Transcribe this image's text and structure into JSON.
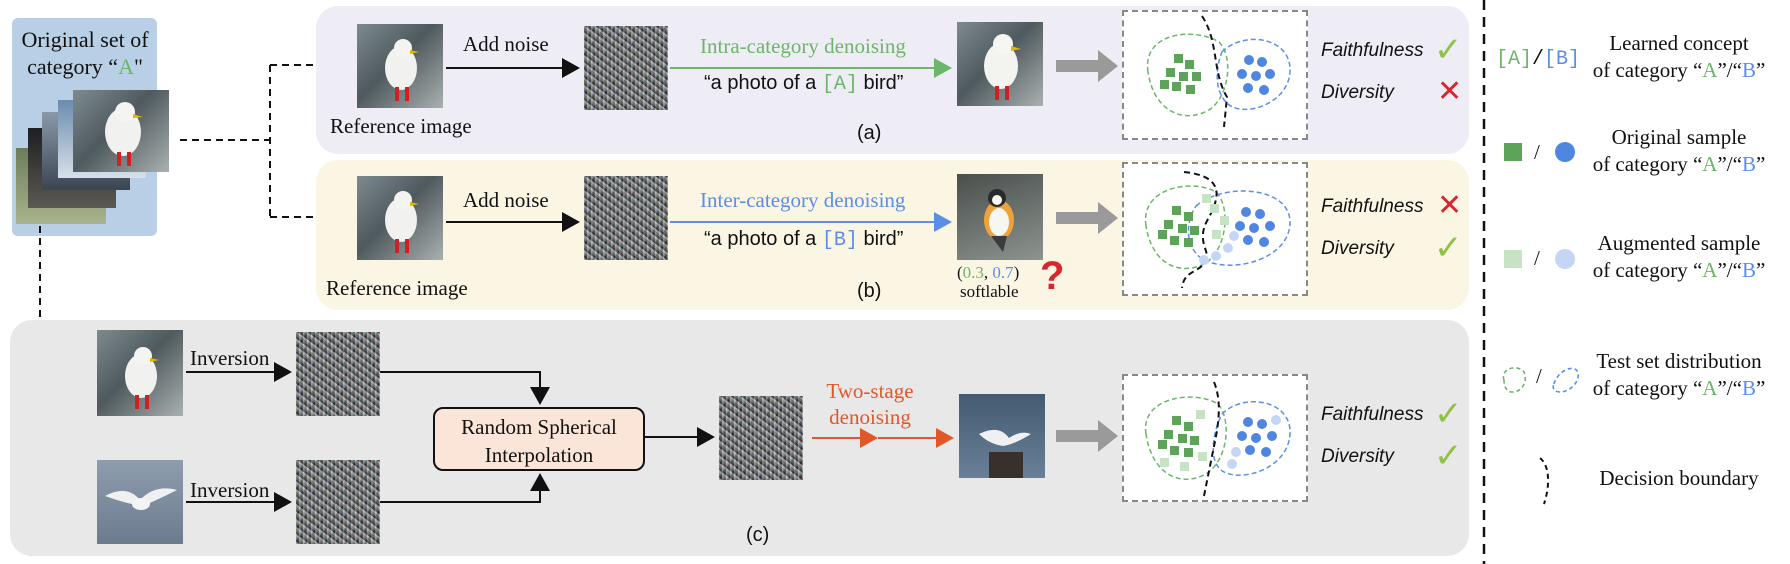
{
  "left": {
    "title_line1": "Original set of",
    "title_line2_prefix": "category “",
    "title_line2_letter": "A",
    "title_line2_suffix": "\""
  },
  "row_a": {
    "ref_label": "Reference image",
    "add_noise": "Add noise",
    "denoise_label": "Intra-category denoising",
    "prompt_prefix": "“a photo of a ",
    "prompt_token": "[A]",
    "prompt_suffix": " bird”",
    "panel_label": "(a)",
    "faithfulness": "Faithfulness",
    "diversity": "Diversity",
    "faith_mark": "✓",
    "div_mark": "✕"
  },
  "row_b": {
    "ref_label": "Reference image",
    "add_noise": "Add noise",
    "denoise_label": "Inter-category denoising",
    "prompt_prefix": "“a photo of a ",
    "prompt_token": "[B]",
    "prompt_suffix": " bird”",
    "panel_label": "(b)",
    "soft_open": "(",
    "soft_a": "0.3",
    "soft_comma": ", ",
    "soft_b": "0.7",
    "soft_close": ")",
    "softlable": "softlable",
    "question": "?",
    "faithfulness": "Faithfulness",
    "diversity": "Diversity",
    "faith_mark": "✕",
    "div_mark": "✓"
  },
  "row_c": {
    "inversion_1": "Inversion",
    "inversion_2": "Inversion",
    "rsi_line1": "Random Spherical",
    "rsi_line2": "Interpolation",
    "two_stage_line1": "Two-stage",
    "two_stage_line2": "denoising",
    "panel_label": "(c)",
    "faithfulness": "Faithfulness",
    "diversity": "Diversity",
    "faith_mark": "✓",
    "div_mark": "✓"
  },
  "legend": {
    "concept_a": "[A]",
    "concept_sep": "/",
    "concept_b": "[B]",
    "concept_line1": "Learned concept",
    "concept_line2_prefix": "of category “",
    "orig_line1": "Original sample",
    "orig_line2_prefix": "of category “",
    "aug_line1": "Augmented sample",
    "aug_line2_prefix": "of category “",
    "test_line1": "Test set distribution",
    "test_line2_prefix": "of category “",
    "boundary": "Decision boundary",
    "letter_a": "A",
    "letter_b": "B",
    "mid": "”/“",
    "end": "”",
    "slash": "/"
  },
  "colors": {
    "green": "#6db56a",
    "blue": "#5b8ee6",
    "light_green": "#bfe0bd",
    "light_blue": "#c5d6f5",
    "orange": "#e0582a",
    "panel_a_bg": "#eeedf5",
    "panel_b_bg": "#fbf5e4",
    "panel_c_bg": "#e8e8e8",
    "left_box_bg": "#b8cfe6",
    "rsi_box_bg": "#fbe5d8"
  }
}
